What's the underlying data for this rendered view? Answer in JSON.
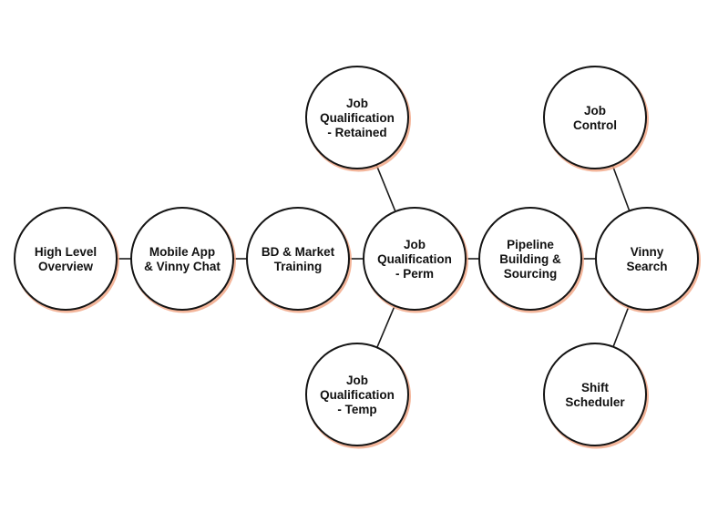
{
  "nodes": [
    {
      "id": "high-level-overview",
      "lines": [
        "High Level",
        "Overview"
      ]
    },
    {
      "id": "mobile-app-vinny-chat",
      "lines": [
        "Mobile App",
        "& Vinny Chat"
      ]
    },
    {
      "id": "bd-market-training",
      "lines": [
        "BD & Market",
        "Training"
      ]
    },
    {
      "id": "job-qualification-perm",
      "lines": [
        "Job",
        "Qualification",
        "- Perm"
      ]
    },
    {
      "id": "job-qualification-retained",
      "lines": [
        "Job",
        "Qualification",
        "- Retained"
      ]
    },
    {
      "id": "job-qualification-temp",
      "lines": [
        "Job",
        "Qualification",
        "- Temp"
      ]
    },
    {
      "id": "pipeline-building-sourcing",
      "lines": [
        "Pipeline",
        "Building &",
        "Sourcing"
      ]
    },
    {
      "id": "vinny-search",
      "lines": [
        "Vinny",
        "Search"
      ]
    },
    {
      "id": "job-control",
      "lines": [
        "Job",
        "Control"
      ]
    },
    {
      "id": "shift-scheduler",
      "lines": [
        "Shift",
        "Scheduler"
      ]
    }
  ],
  "edges": [
    {
      "from": "high-level-overview",
      "to": "mobile-app-vinny-chat"
    },
    {
      "from": "mobile-app-vinny-chat",
      "to": "bd-market-training"
    },
    {
      "from": "bd-market-training",
      "to": "job-qualification-perm"
    },
    {
      "from": "job-qualification-perm",
      "to": "job-qualification-retained"
    },
    {
      "from": "job-qualification-perm",
      "to": "job-qualification-temp"
    },
    {
      "from": "job-qualification-perm",
      "to": "pipeline-building-sourcing"
    },
    {
      "from": "pipeline-building-sourcing",
      "to": "vinny-search"
    },
    {
      "from": "vinny-search",
      "to": "job-control"
    },
    {
      "from": "vinny-search",
      "to": "shift-scheduler"
    }
  ],
  "colors": {
    "outline": "#141414",
    "shadow": "#f2a98a",
    "text": "#111111",
    "background": "#ffffff"
  }
}
